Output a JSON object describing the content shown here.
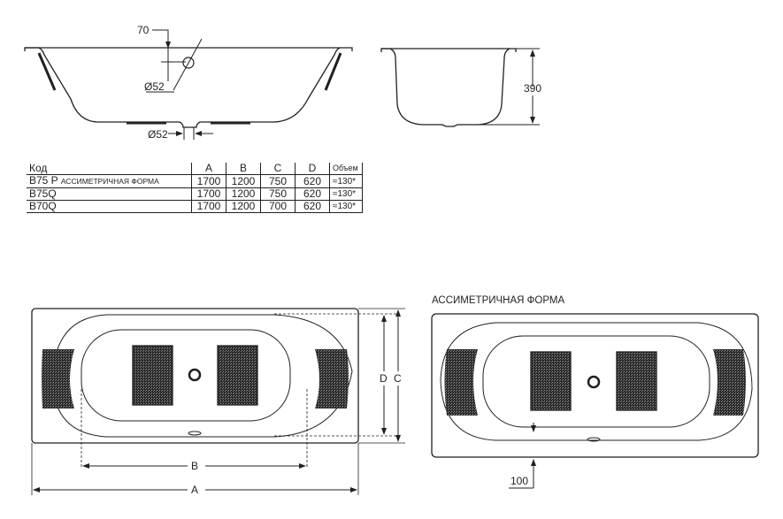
{
  "side_view": {
    "dim_top_offset": "70",
    "dim_overflow_diameter": "Ø52",
    "dim_drain_diameter": "Ø52"
  },
  "end_view": {
    "dim_depth": "390"
  },
  "spec_table": {
    "headers": {
      "code": "Код",
      "a": "A",
      "b": "B",
      "c": "C",
      "d": "D",
      "volume": "Объем"
    },
    "rows": [
      {
        "code": "B75 P",
        "note": "АССИМЕТРИЧНАЯ ФОРМА",
        "a": "1700",
        "b": "1200",
        "c": "750",
        "d": "620",
        "volume": "≈130*"
      },
      {
        "code": "B75Q",
        "note": "",
        "a": "1700",
        "b": "1200",
        "c": "750",
        "d": "620",
        "volume": "≈130*"
      },
      {
        "code": "B70Q",
        "note": "",
        "a": "1700",
        "b": "1200",
        "c": "700",
        "d": "620",
        "volume": "≈130*"
      }
    ]
  },
  "top_view": {
    "dim_a": "A",
    "dim_b": "B",
    "dim_c": "C",
    "dim_d": "D"
  },
  "asym_view": {
    "title": "АССИМЕТРИЧНАЯ ФОРМА",
    "dim_offset": "100"
  },
  "colors": {
    "line": "#231f20",
    "background": "#ffffff"
  }
}
